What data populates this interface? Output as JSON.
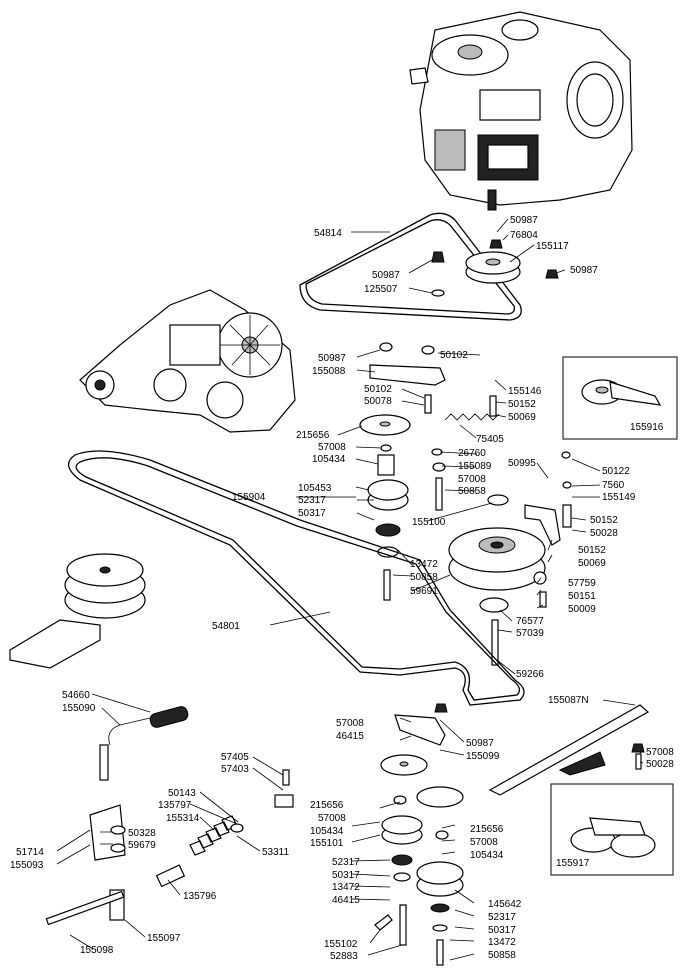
{
  "labels": [
    {
      "id": "54814",
      "text": "54814"
    },
    {
      "id": "50987a",
      "text": "50987"
    },
    {
      "id": "76804",
      "text": "76804"
    },
    {
      "id": "155117",
      "text": "155117"
    },
    {
      "id": "50987b",
      "text": "50987"
    },
    {
      "id": "125507",
      "text": "125507"
    },
    {
      "id": "50987c",
      "text": "50987"
    },
    {
      "id": "50987d",
      "text": "50987"
    },
    {
      "id": "50102a",
      "text": "50102"
    },
    {
      "id": "155088",
      "text": "155088"
    },
    {
      "id": "155146",
      "text": "155146"
    },
    {
      "id": "50102b",
      "text": "50102"
    },
    {
      "id": "50152a",
      "text": "50152"
    },
    {
      "id": "50078",
      "text": "50078"
    },
    {
      "id": "50069a",
      "text": "50069"
    },
    {
      "id": "155916",
      "text": "155916"
    },
    {
      "id": "215656a",
      "text": "215656"
    },
    {
      "id": "75405",
      "text": "75405"
    },
    {
      "id": "57008a",
      "text": "57008"
    },
    {
      "id": "26760",
      "text": "26760"
    },
    {
      "id": "105434a",
      "text": "105434"
    },
    {
      "id": "155089",
      "text": "155089"
    },
    {
      "id": "50995",
      "text": "50995"
    },
    {
      "id": "50122",
      "text": "50122"
    },
    {
      "id": "57008b",
      "text": "57008"
    },
    {
      "id": "7560",
      "text": "7560"
    },
    {
      "id": "105453",
      "text": "105453"
    },
    {
      "id": "50858a",
      "text": "50858"
    },
    {
      "id": "155149",
      "text": "155149"
    },
    {
      "id": "155904",
      "text": "155904"
    },
    {
      "id": "52317a",
      "text": "52317"
    },
    {
      "id": "50317a",
      "text": "50317"
    },
    {
      "id": "155100",
      "text": "155100"
    },
    {
      "id": "50152b",
      "text": "50152"
    },
    {
      "id": "50028a",
      "text": "50028"
    },
    {
      "id": "50152c",
      "text": "50152"
    },
    {
      "id": "13472a",
      "text": "13472"
    },
    {
      "id": "50069b",
      "text": "50069"
    },
    {
      "id": "50858b",
      "text": "50858"
    },
    {
      "id": "59691",
      "text": "59691"
    },
    {
      "id": "57759",
      "text": "57759"
    },
    {
      "id": "50151",
      "text": "50151"
    },
    {
      "id": "50009",
      "text": "50009"
    },
    {
      "id": "54801",
      "text": "54801"
    },
    {
      "id": "76577",
      "text": "76577"
    },
    {
      "id": "57039",
      "text": "57039"
    },
    {
      "id": "59266",
      "text": "59266"
    },
    {
      "id": "54660",
      "text": "54660"
    },
    {
      "id": "155090",
      "text": "155090"
    },
    {
      "id": "155087N",
      "text": "155087N"
    },
    {
      "id": "57008c",
      "text": "57008"
    },
    {
      "id": "46415a",
      "text": "46415"
    },
    {
      "id": "50987e",
      "text": "50987"
    },
    {
      "id": "155099",
      "text": "155099"
    },
    {
      "id": "57008d",
      "text": "57008"
    },
    {
      "id": "50028b",
      "text": "50028"
    },
    {
      "id": "57405",
      "text": "57405"
    },
    {
      "id": "57403",
      "text": "57403"
    },
    {
      "id": "50143",
      "text": "50143"
    },
    {
      "id": "135797",
      "text": "135797"
    },
    {
      "id": "155314",
      "text": "155314"
    },
    {
      "id": "215656b",
      "text": "215656"
    },
    {
      "id": "57008e",
      "text": "57008"
    },
    {
      "id": "105434b",
      "text": "105434"
    },
    {
      "id": "155101",
      "text": "155101"
    },
    {
      "id": "215656c",
      "text": "215656"
    },
    {
      "id": "57008f",
      "text": "57008"
    },
    {
      "id": "105434c",
      "text": "105434"
    },
    {
      "id": "50328",
      "text": "50328"
    },
    {
      "id": "59679",
      "text": "59679"
    },
    {
      "id": "53311",
      "text": "53311"
    },
    {
      "id": "51714",
      "text": "51714"
    },
    {
      "id": "155093",
      "text": "155093"
    },
    {
      "id": "155917",
      "text": "155917"
    },
    {
      "id": "52317b",
      "text": "52317"
    },
    {
      "id": "50317b",
      "text": "50317"
    },
    {
      "id": "13472b",
      "text": "13472"
    },
    {
      "id": "46415b",
      "text": "46415"
    },
    {
      "id": "135796",
      "text": "135796"
    },
    {
      "id": "145642",
      "text": "145642"
    },
    {
      "id": "52317c",
      "text": "52317"
    },
    {
      "id": "50317c",
      "text": "50317"
    },
    {
      "id": "155102",
      "text": "155102"
    },
    {
      "id": "13472c",
      "text": "13472"
    },
    {
      "id": "52883",
      "text": "52883"
    },
    {
      "id": "50858c",
      "text": "50858"
    },
    {
      "id": "155097",
      "text": "155097"
    },
    {
      "id": "155098",
      "text": "155098"
    }
  ]
}
